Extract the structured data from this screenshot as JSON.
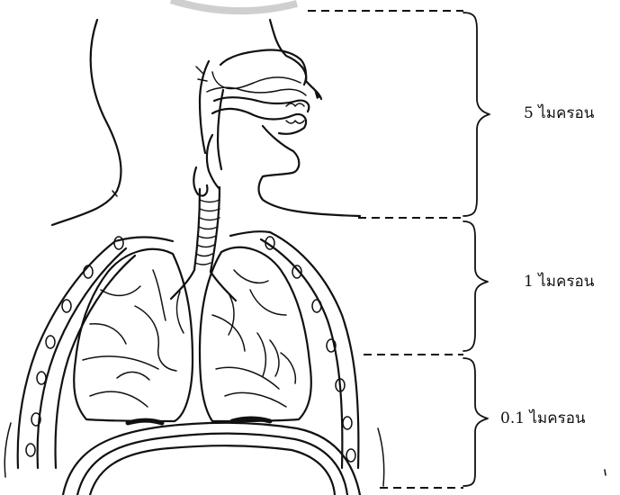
{
  "diagram": {
    "regions": [
      {
        "id": "upper",
        "label": "5 ไมครอน"
      },
      {
        "id": "middle",
        "label": "1 ไมครอน"
      },
      {
        "id": "lower",
        "label": "0.1 ไมครอน"
      }
    ]
  }
}
